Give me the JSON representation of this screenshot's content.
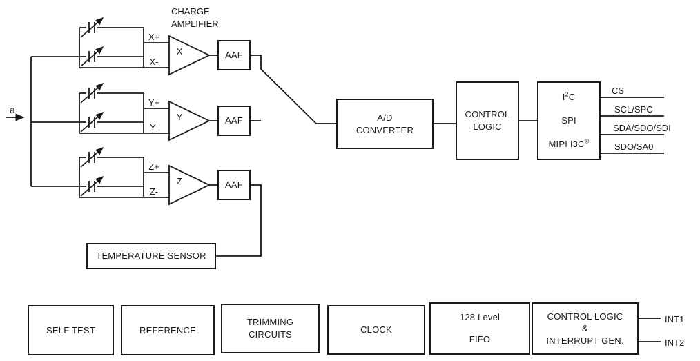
{
  "diagram": {
    "input": {
      "label": "a"
    },
    "charge_amplifier": {
      "line1": "CHARGE",
      "line2": "AMPLIFIER"
    },
    "channels": [
      {
        "axis": "X",
        "input_plus": "X+",
        "input_minus": "X-",
        "filter": "AAF"
      },
      {
        "axis": "Y",
        "input_plus": "Y+",
        "input_minus": "Y-",
        "filter": "AAF"
      },
      {
        "axis": "Z",
        "input_plus": "Z+",
        "input_minus": "Z-",
        "filter": "AAF"
      }
    ],
    "adc": {
      "line1": "A/D",
      "line2": "CONVERTER"
    },
    "control_logic": {
      "line1": "CONTROL",
      "line2": "LOGIC"
    },
    "serial_interface": {
      "i2c_base": "I",
      "i2c_sup": "2",
      "i2c_tail": "C",
      "spi": "SPI",
      "mipi": "MIPI I3C",
      "mipi_sup": "®"
    },
    "pins": {
      "cs": "CS",
      "scl": "SCL/SPC",
      "sda": "SDA/SDO/SDI",
      "sdo": "SDO/SA0"
    },
    "temperature_sensor": {
      "label": "TEMPERATURE SENSOR"
    },
    "bottom_blocks": {
      "self_test": {
        "label": "SELF TEST"
      },
      "reference": {
        "label": "REFERENCE"
      },
      "trimming": {
        "line1": "TRIMMING",
        "line2": "CIRCUITS"
      },
      "clock": {
        "label": "CLOCK"
      },
      "fifo": {
        "line1": "128 Level",
        "line2": "FIFO"
      },
      "ctrl_int": {
        "line1": "CONTROL LOGIC",
        "line2": "&",
        "line3": "INTERRUPT GEN."
      }
    },
    "interrupts": {
      "int1": "INT1",
      "int2": "INT2"
    }
  },
  "colors": {
    "line": "#1a1a1a",
    "background": "#ffffff"
  }
}
